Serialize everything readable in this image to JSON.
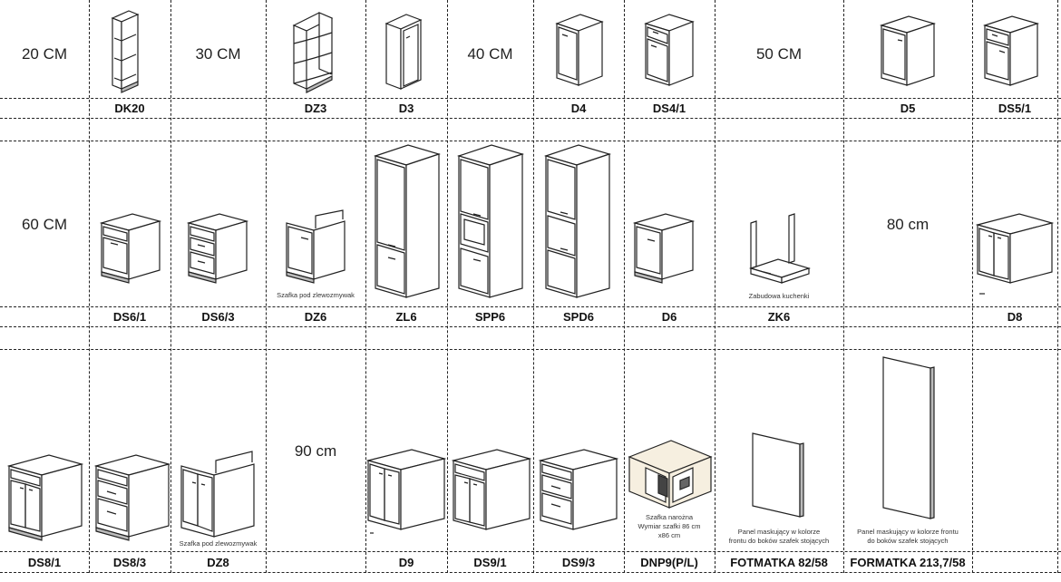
{
  "size_labels": {
    "w20": "20 CM",
    "w30": "30 CM",
    "w40": "40 CM",
    "w50": "50 CM",
    "w60": "60 CM",
    "w80": "80 cm",
    "w90": "90 cm"
  },
  "row1_codes": {
    "dk20": "DK20",
    "dz3": "DZ3",
    "d3": "D3",
    "d4": "D4",
    "ds4_1": "DS4/1",
    "d5": "D5",
    "ds5_1": "DS5/1"
  },
  "row2_codes": {
    "ds6_1": "DS6/1",
    "ds6_3": "DS6/3",
    "dz6": "DZ6",
    "zl6": "ZL6",
    "spp6": "SPP6",
    "spd6": "SPD6",
    "d6": "D6",
    "zk6": "ZK6",
    "d8": "D8"
  },
  "row3_codes": {
    "ds8_1": "DS8/1",
    "ds8_3": "DS8/3",
    "dz8": "DZ8",
    "d9": "D9",
    "ds9_1": "DS9/1",
    "ds9_3": "DS9/3",
    "dnp9": "DNP9(P/L)",
    "fotmatka": "FOTMATKA 82/58",
    "formatka": "FORMATKA 213,7/58"
  },
  "captions": {
    "dz6": "Szafka pod zlewozmywak",
    "zk6": "Zabudowa kuchenki",
    "dz8": "Szafka pod zlewozmywak",
    "dnp9_line1": "Szafka narożna",
    "dnp9_line2": "Wymiar szafki 86 cm",
    "dnp9_line3": "x86 cm",
    "panel_line1": "Panel maskujący w kolorze",
    "panel_line2": "frontu do boków szafek stojących",
    "panel_tall_line1": "Panel maskujący w kolorze frontu",
    "panel_tall_line2": "do boków szafek stojących"
  },
  "colors": {
    "line": "#222222",
    "cabinet_fill": "#ffffff",
    "shadow": "#999999"
  }
}
